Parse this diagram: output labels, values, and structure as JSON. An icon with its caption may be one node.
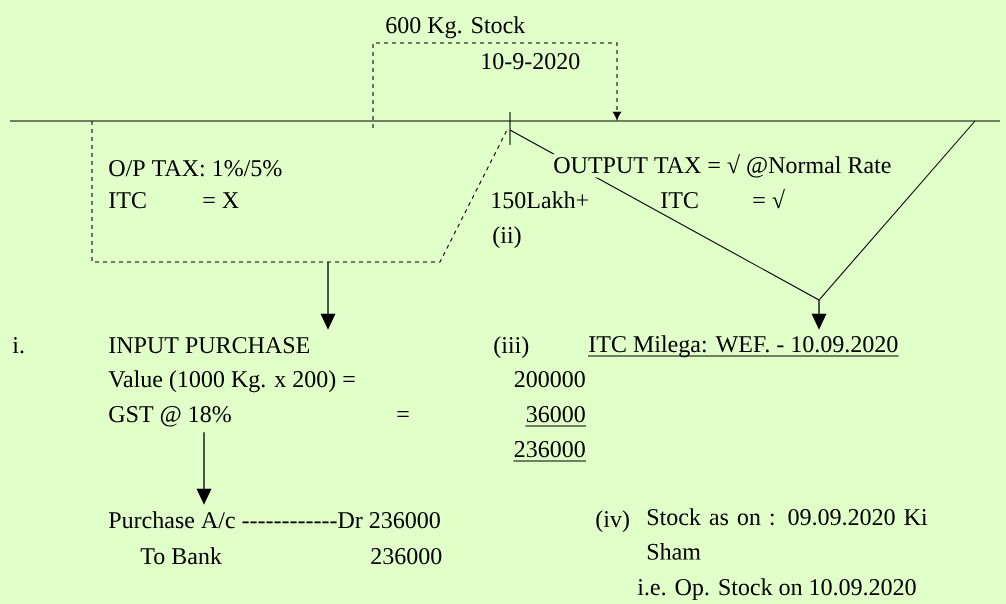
{
  "diagram": {
    "nodes": [
      {
        "text": [
          "O/P TAX: 1%/5%",
          "ITC",
          "= X"
        ]
      },
      {
        "text": [
          "OUTPUT TAX = √ @Normal Rate",
          "ITC",
          "= √"
        ]
      },
      {
        "text": [
          "INPUT PURCHASE",
          "Value (1000 Kg. x 200) =",
          "GST @ 18%",
          "="
        ]
      },
      {
        "text": [
          "ITC Milega: WEF. - 10.09.2020"
        ]
      },
      {
        "text": [
          "Purchase A/c ------------Dr 236000",
          "To Bank",
          "236000"
        ]
      }
    ],
    "edges": [
      {
        "from": 0,
        "to": 2,
        "arrow": "to"
      },
      {
        "from": 1,
        "to": 3,
        "arrow": "to"
      },
      {
        "from": 2,
        "to": 4,
        "arrow": "to"
      }
    ],
    "labels": [
      "600 Kg. Stock",
      "10-9-2020",
      "150Lakh+",
      "(ii)",
      "i.",
      "(iii)",
      "200000",
      "36000",
      "236000",
      "(iv)",
      "Stock as on : 09.09.2020 Ki Sham",
      "i.e. Op. Stock on 10.09.2020"
    ]
  }
}
